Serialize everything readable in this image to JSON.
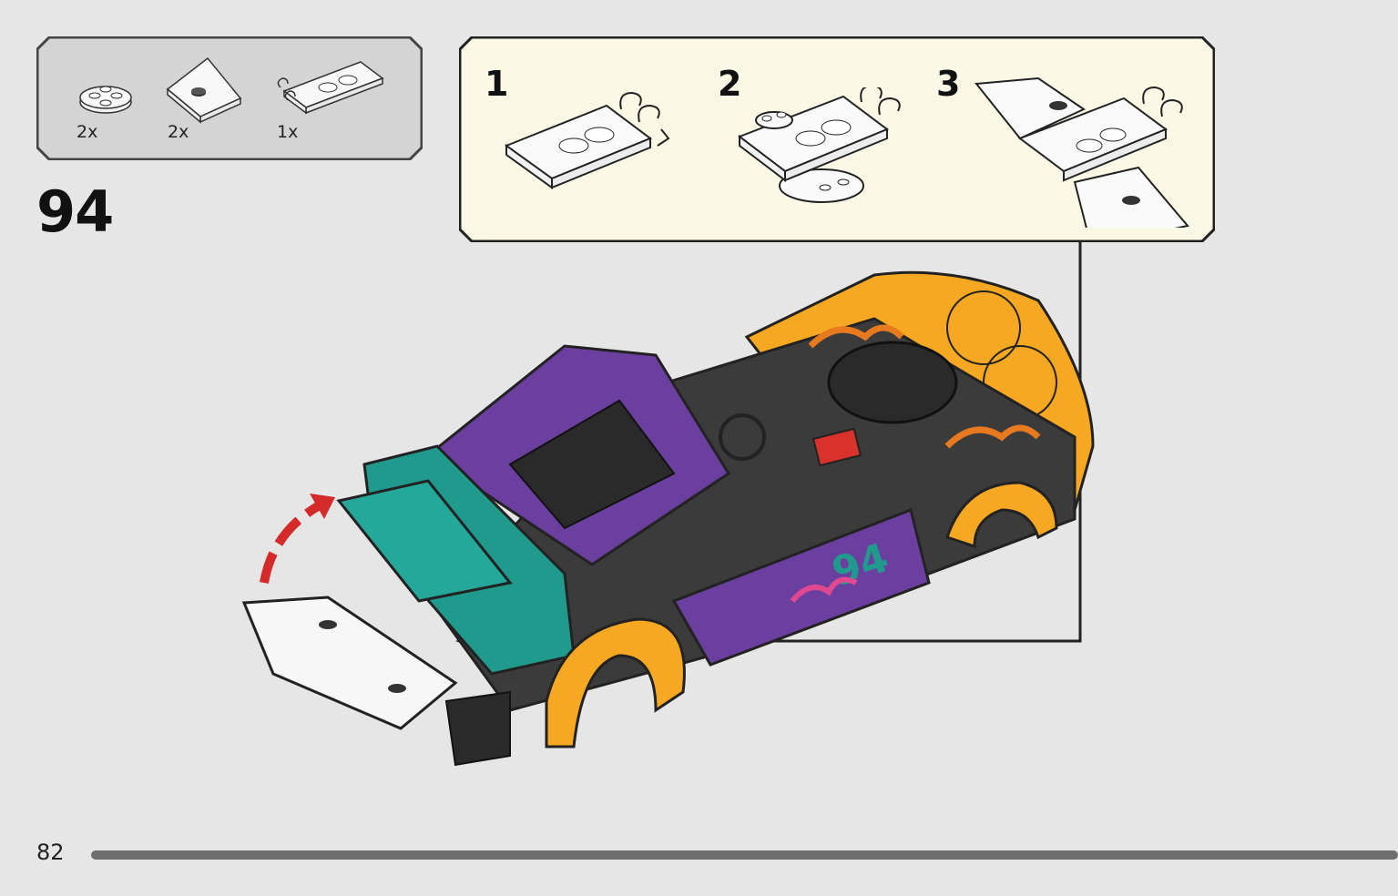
{
  "parts_list": {
    "items": [
      {
        "name": "round-plate-icon",
        "quantity": "2x"
      },
      {
        "name": "transparent-slope-icon",
        "quantity": "2x"
      },
      {
        "name": "plate-with-clips-icon",
        "quantity": "1x"
      }
    ]
  },
  "step": {
    "number": "94"
  },
  "sub_assembly": {
    "steps": [
      {
        "number": "1",
        "icon": "plate-with-clips-icon"
      },
      {
        "number": "2",
        "icon": "plate-with-round-plates-icon"
      },
      {
        "number": "3",
        "icon": "plate-with-slopes-icon"
      }
    ]
  },
  "main": {
    "illustration": "race-car-model-icon",
    "arrow": "rotate-arrow-icon"
  },
  "footer": {
    "page_number": "82",
    "progress": 1.0
  },
  "colors": {
    "background": "#e6e6e6",
    "parts_box": "#d4d4d4",
    "sub_box": "#fbf9e6",
    "purple": "#6b3fa0",
    "teal": "#1f9a8c",
    "orange": "#f7a823",
    "arrow_red": "#d42a2a"
  }
}
